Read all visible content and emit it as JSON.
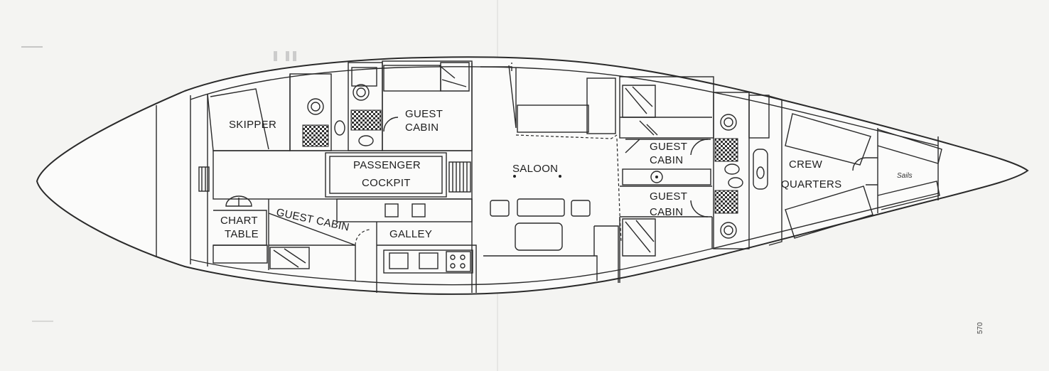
{
  "diagram": {
    "type": "yacht deck plan",
    "labels": {
      "skipper": "SKIPPER",
      "guest_cabin_1_line1": "GUEST",
      "guest_cabin_1_line2": "CABIN",
      "passenger_line1": "PASSENGER",
      "passenger_line2": "COCKPIT",
      "saloon": "SALOON",
      "guest_cabin_2_line1": "GUEST",
      "guest_cabin_2_line2": "CABIN",
      "guest_cabin_3_line1": "GUEST",
      "guest_cabin_3_line2": "CABIN",
      "crew_line1": "CREW",
      "crew_line2": "QUARTERS",
      "sails": "Sails",
      "chart_line1": "CHART",
      "chart_line2": "TABLE",
      "guest_cabin_4": "GUEST CABIN",
      "galley": "GALLEY",
      "page_note": "570"
    }
  }
}
